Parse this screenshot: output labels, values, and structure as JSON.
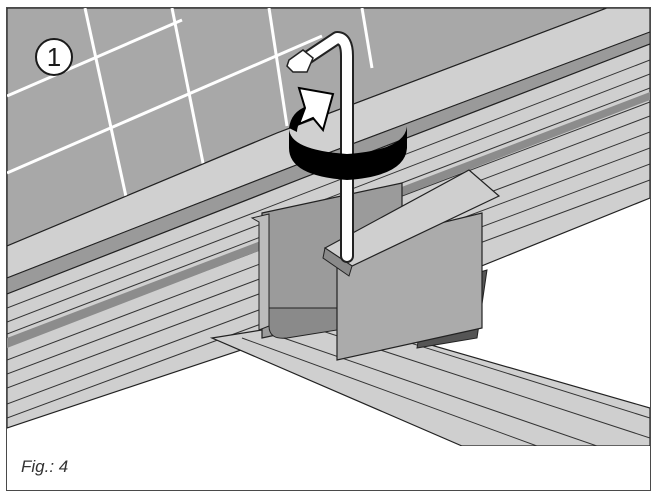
{
  "figure": {
    "caption": "Fig.: 4",
    "step_number": "1"
  },
  "colors": {
    "panel": "#a8a8a8",
    "panel_lines": "#ffffff",
    "rail_light": "#cfcfcf",
    "rail_dark": "#8c8c8c",
    "clamp": "#a9a9a9",
    "clamp_dark": "#7d7d7d",
    "arrow": "#000000",
    "frame_border": "#4a4a4a"
  },
  "icons": {
    "step_badge": "circled-number",
    "rotation_arrow": "clockwise-rotation-arrow",
    "tool": "allen-key"
  }
}
